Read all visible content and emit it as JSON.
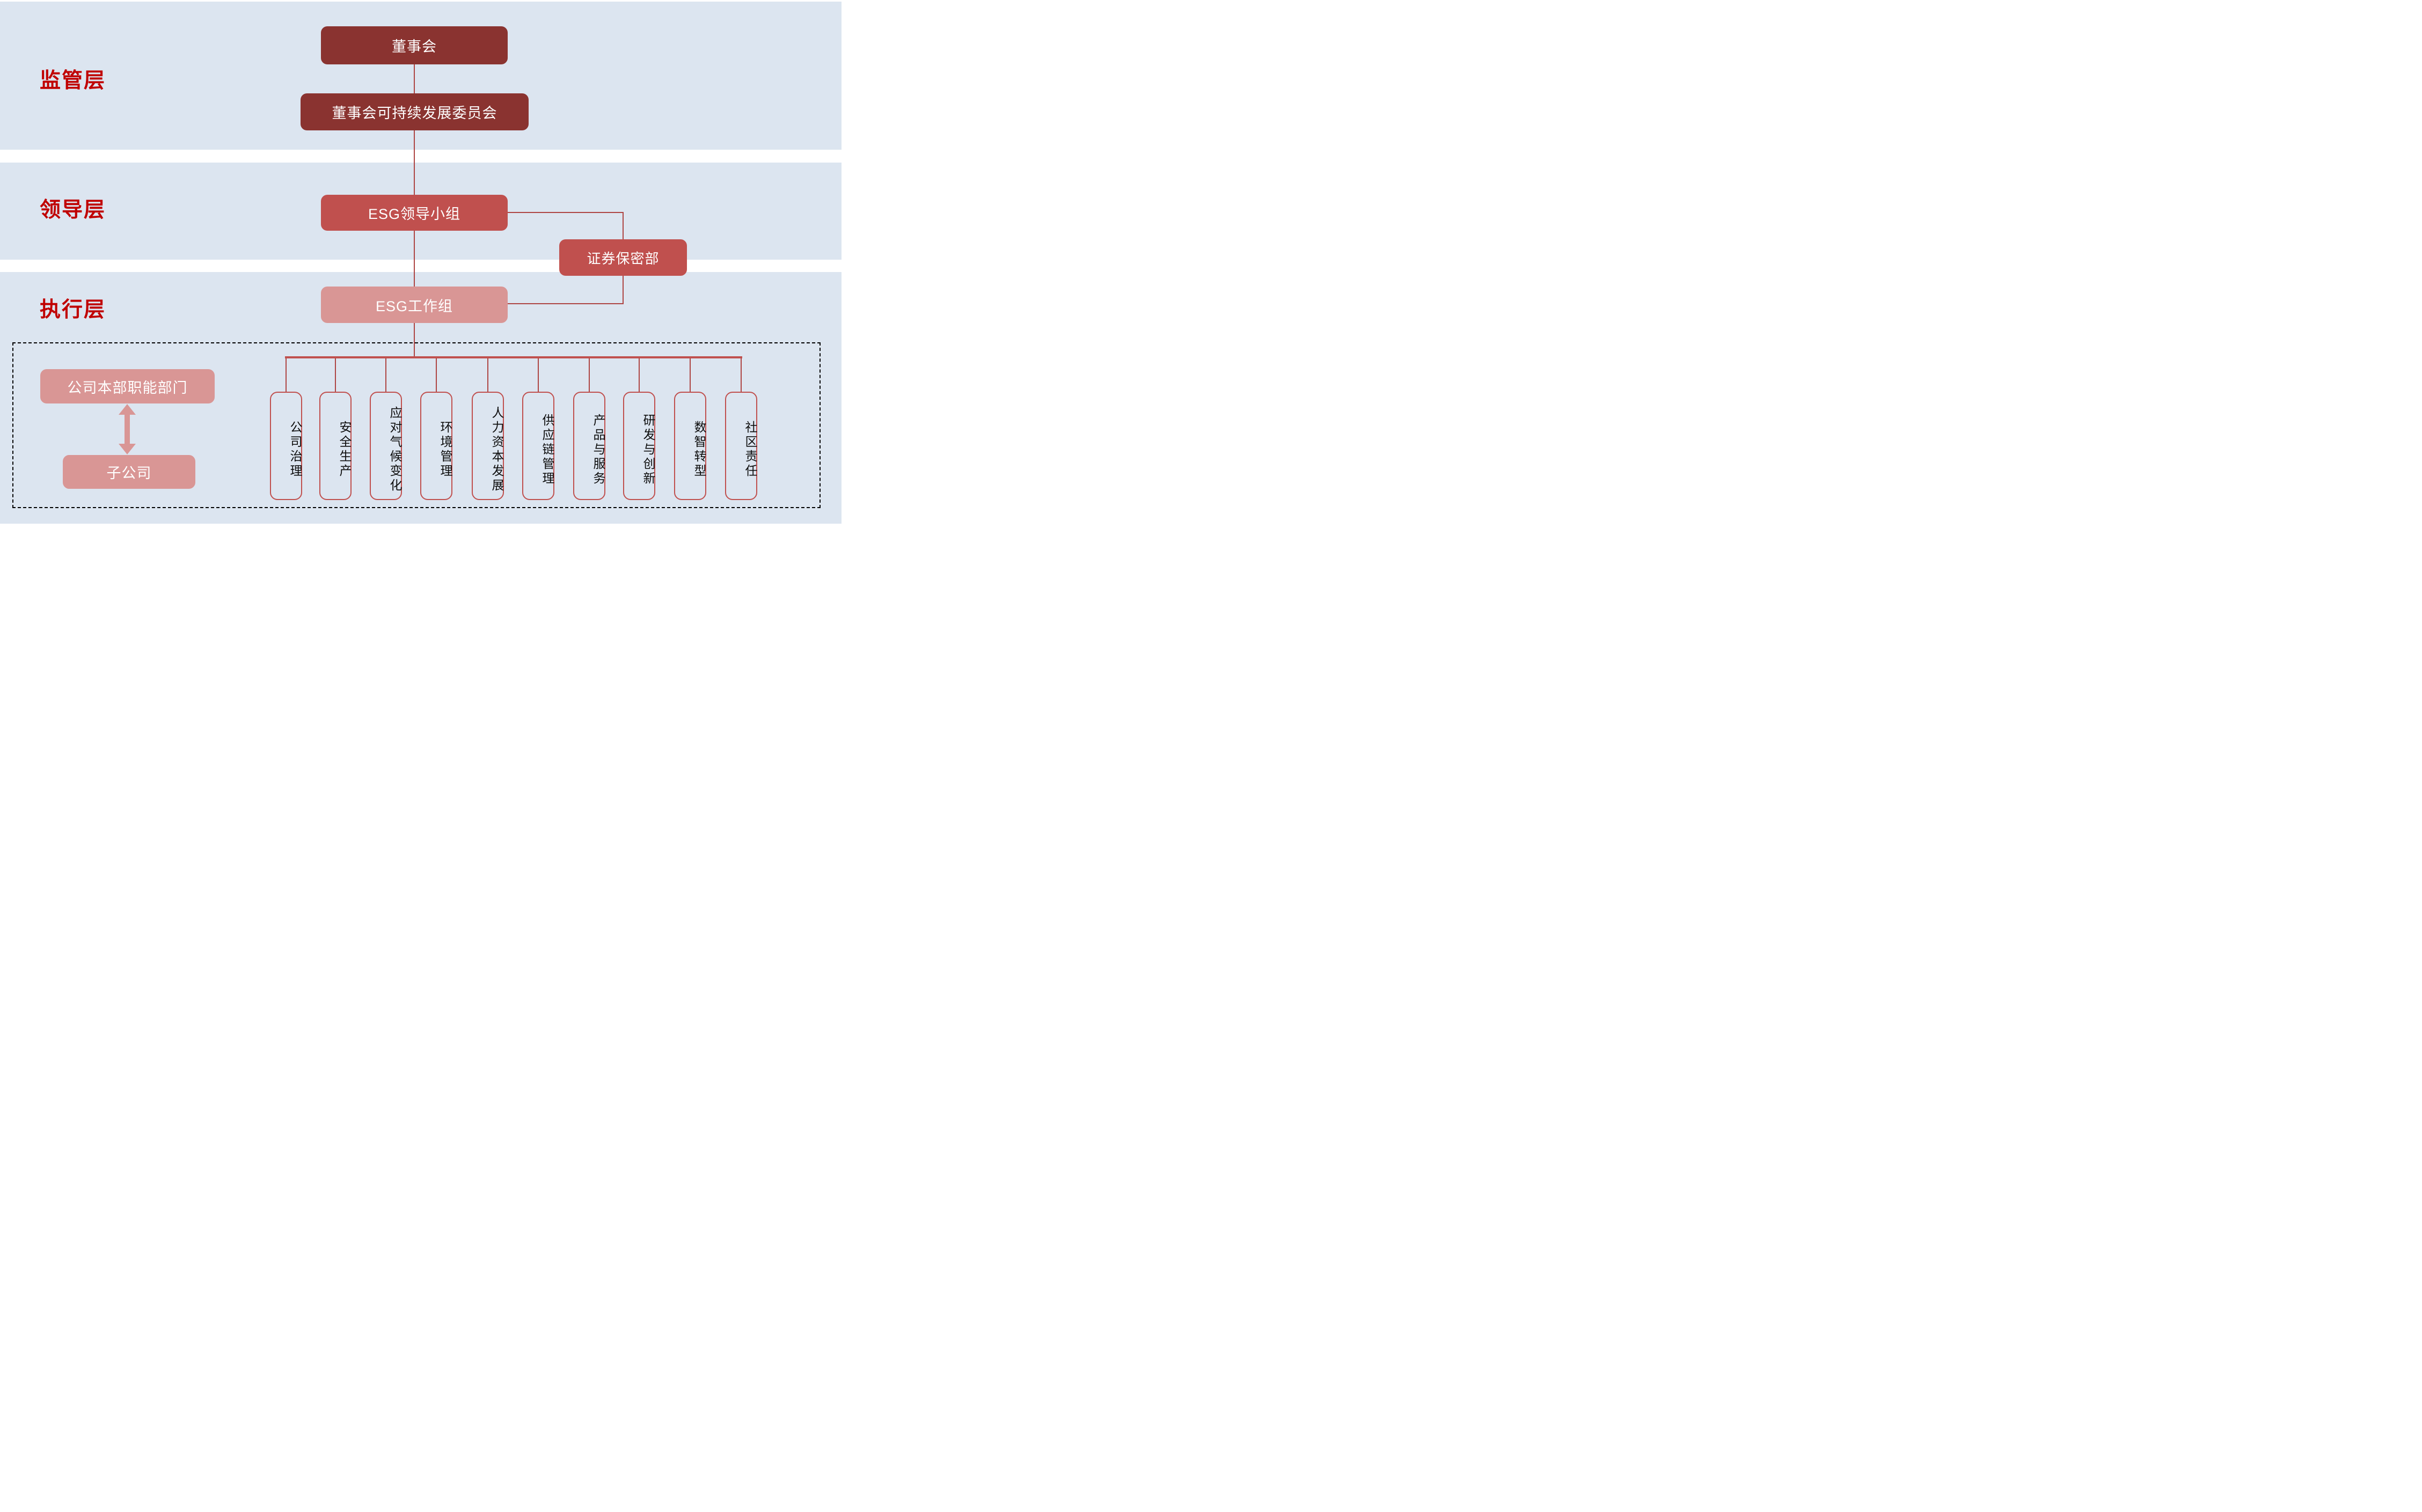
{
  "layers": {
    "supervision": "监管层",
    "leadership": "领导层",
    "execution": "执行层"
  },
  "nodes": {
    "board": "董事会",
    "committee": "董事会可持续发展委员会",
    "esg_leading_group": "ESG领导小组",
    "securities_confidentiality_dept": "证券保密部",
    "esg_working_group": "ESG工作组",
    "hq_functional_departments": "公司本部职能部门",
    "subsidiaries": "子公司"
  },
  "work_streams": [
    "公司治理",
    "安全生产",
    "应对气候变化",
    "环境管理",
    "人力资本发展",
    "供应链管理",
    "产品与服务",
    "研发与创新",
    "数智转型",
    "社区责任"
  ],
  "colors": {
    "band_background": "#dce5f0",
    "dark_red": "#8a3330",
    "mid_red": "#c0504e",
    "pink": "#d99695",
    "layer_label_red": "#c00000",
    "line_red": "#ae4543",
    "stream_text": "#0d0d0d",
    "dashed_border": "#000000"
  }
}
